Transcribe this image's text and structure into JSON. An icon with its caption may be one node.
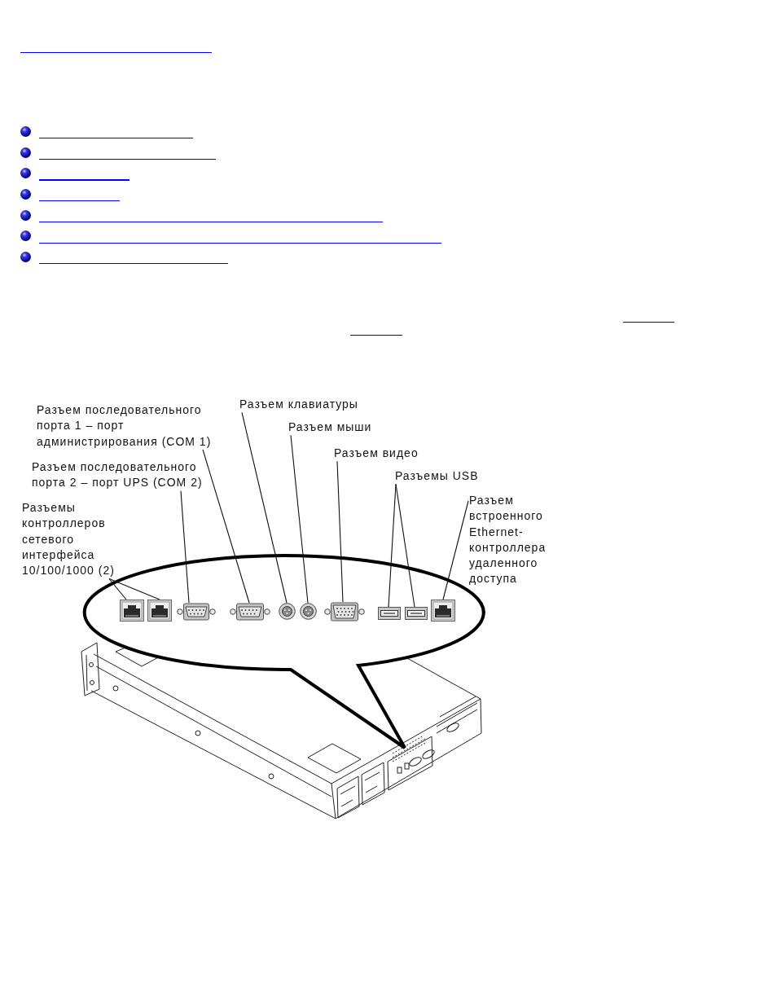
{
  "diagram": {
    "nodes": [
      {
        "text": [
          "Разъем последовательного порта 1 – порт администрирования (COM 1)"
        ]
      },
      {
        "text": [
          "Разъем клавиатуры"
        ]
      },
      {
        "text": [
          "Разъем мыши"
        ]
      },
      {
        "text": [
          "Разъем видео"
        ]
      },
      {
        "text": [
          "Разъем последовательного порта 2 – порт UPS (COM 2)"
        ]
      },
      {
        "text": [
          "Разъемы USB"
        ]
      },
      {
        "text": [
          "Разъемы контроллеров сетевого интерфейса 10/100/1000 (2)"
        ]
      },
      {
        "text": [
          "Разъем встроенного Ethernet-контроллера удаленного доступа"
        ]
      },
      {
        "text": [],
        "shape": "picture"
      },
      {
        "text": [],
        "shape": "picture"
      },
      {
        "text": [],
        "shape": "picture"
      },
      {
        "text": [],
        "shape": "picture"
      },
      {
        "text": [],
        "shape": "picture"
      },
      {
        "text": [],
        "shape": "picture"
      },
      {
        "text": [],
        "shape": "picture"
      },
      {
        "text": [],
        "shape": "picture"
      },
      {
        "text": [],
        "shape": "picture"
      },
      {
        "text": [],
        "shape": "picture"
      }
    ],
    "edges": [
      {
        "from": 0,
        "to": 11,
        "arrow": "none"
      },
      {
        "from": 1,
        "to": 12,
        "arrow": "none"
      },
      {
        "from": 2,
        "to": 13,
        "arrow": "none"
      },
      {
        "from": 3,
        "to": 14,
        "arrow": "none"
      },
      {
        "from": 4,
        "to": 10,
        "arrow": "none"
      },
      {
        "from": 5,
        "to": 15,
        "arrow": "none"
      },
      {
        "from": 5,
        "to": 16,
        "arrow": "none"
      },
      {
        "from": 6,
        "to": 8,
        "arrow": "none"
      },
      {
        "from": 6,
        "to": 9,
        "arrow": "none"
      },
      {
        "from": 7,
        "to": 17,
        "arrow": "none"
      }
    ]
  }
}
